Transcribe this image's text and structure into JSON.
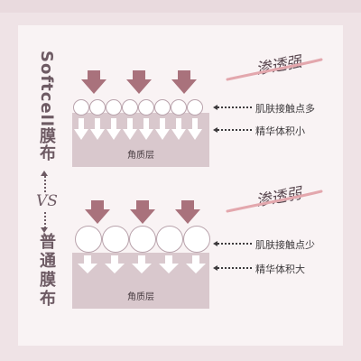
{
  "titles": {
    "top": "Softcell膜布",
    "vs": "VS",
    "bottom": "普通膜布"
  },
  "top_diagram": {
    "label": "渗透强",
    "layer_label": "角质层",
    "annotations": [
      "肌肤接触点多",
      "精华体积小"
    ]
  },
  "bottom_diagram": {
    "label": "渗透弱",
    "layer_label": "角质层",
    "annotations": [
      "肌肤接触点少",
      "精华体积大"
    ]
  },
  "colors": {
    "background": "#efe3e6",
    "panel": "#f9f3f4",
    "press_arrow": "#a9727c",
    "skin_layer": "#d9c8cd",
    "drop_arrow": "#ffffff",
    "text": "#3d3a3c"
  }
}
